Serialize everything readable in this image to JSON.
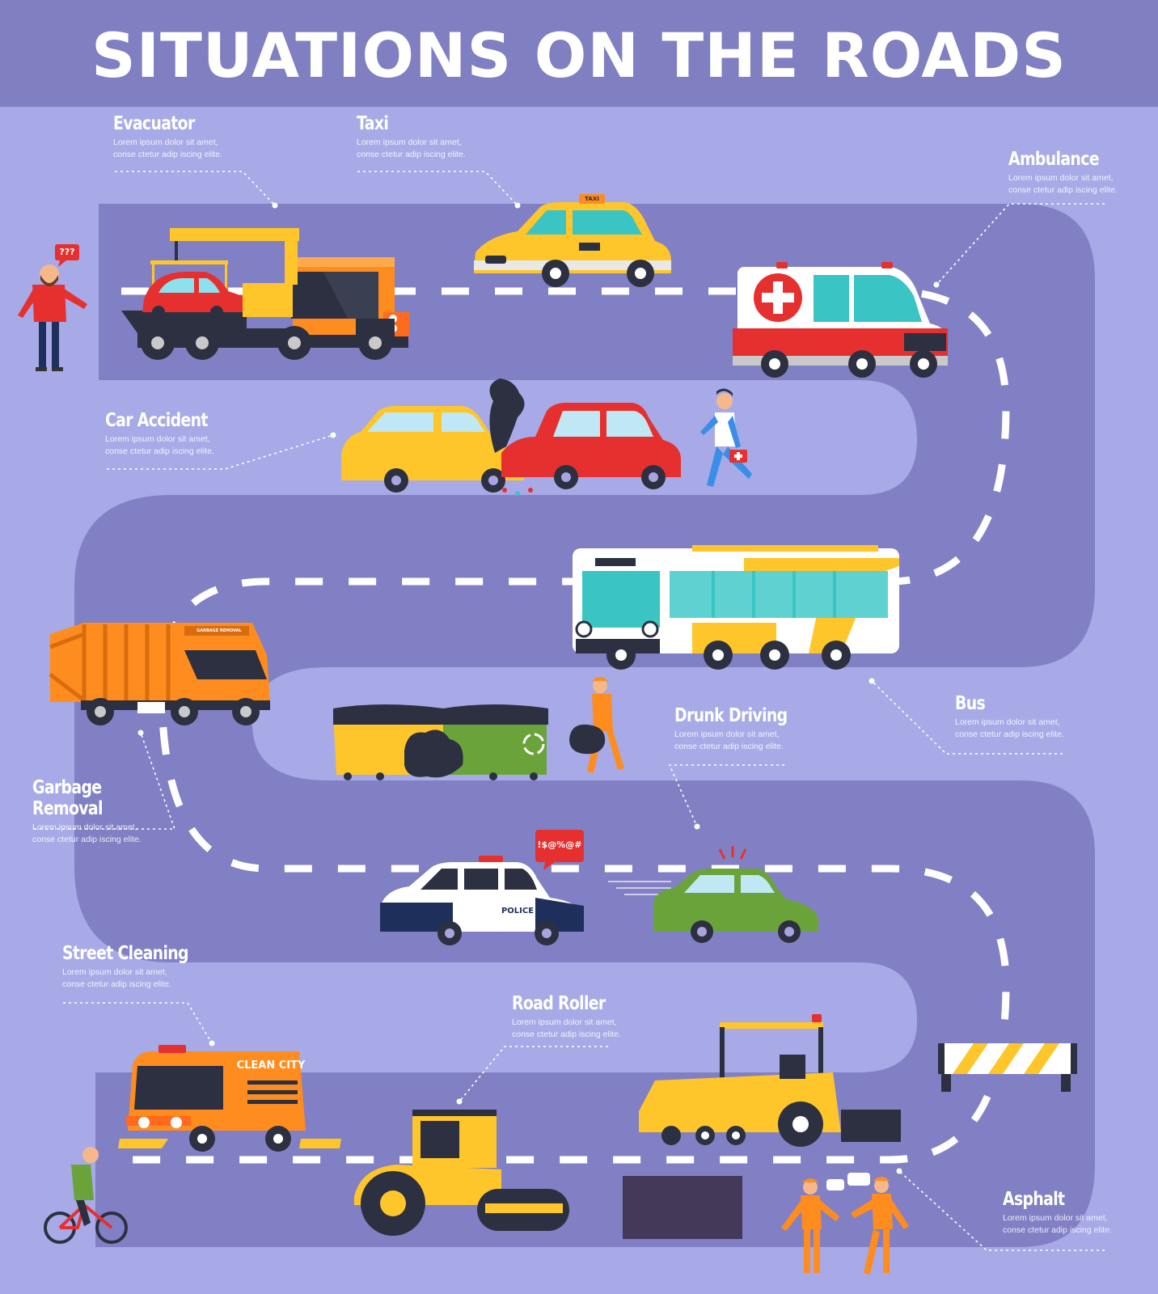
{
  "title": "SITUATIONS ON THE ROADS",
  "labels": {
    "evacuator": {
      "heading": "Evacuator",
      "desc": "Lorem ipsum dolor sit amet,\nconse ctetur adip iscing elite."
    },
    "taxi": {
      "heading": "Taxi",
      "desc": "Lorem ipsum dolor sit amet,\nconse ctetur adip iscing elite."
    },
    "ambulance": {
      "heading": "Ambulance",
      "desc": "Lorem ipsum dolor sit amet,\nconse ctetur adip iscing elite."
    },
    "car_accident": {
      "heading": "Car Accident",
      "desc": "Lorem ipsum dolor sit amet,\nconse ctetur adip iscing elite."
    },
    "bus": {
      "heading": "Bus",
      "desc": "Lorem ipsum dolor sit amet,\nconse ctetur adip iscing elite."
    },
    "drunk_driving": {
      "heading": "Drunk Driving",
      "desc": "Lorem ipsum dolor sit amet,\nconse ctetur adip iscing elite."
    },
    "garbage_removal": {
      "heading": "Garbage",
      "heading2": "Removal",
      "desc": "Lorem ipsum dolor sit amet,\nconse ctetur adip iscing elite."
    },
    "street_cleaning": {
      "heading": "Street Cleaning",
      "desc": "Lorem ipsum dolor sit amet,\nconse ctetur adip iscing elite."
    },
    "road_roller": {
      "heading": "Road Roller",
      "desc": "Lorem ipsum dolor sit amet,\nconse ctetur adip iscing elite."
    },
    "asphalt": {
      "heading": "Asphalt",
      "desc": "Lorem ipsum dolor sit amet,\nconse ctetur adip iscing elite."
    }
  },
  "vehicle_text": {
    "taxi_sign": "TAXI",
    "police": "POLICE",
    "clean_city": "CLEAN CITY",
    "garbage_sign": "GARBAGE REMOVAL"
  },
  "bubbles": {
    "man_question": "???",
    "police_swear": "!$@%@#"
  },
  "colors": {
    "background": "#a7aae6",
    "road": "#8280c4",
    "header": "#7f7fc1",
    "yellow": "#fec62b",
    "orange": "#ff8c1f",
    "red": "#e6302f",
    "teal": "#3bc4c4"
  },
  "icons": [
    "red-cross-icon",
    "recycle-icon",
    "first-aid-kit-icon",
    "speech-bubble-icon"
  ]
}
